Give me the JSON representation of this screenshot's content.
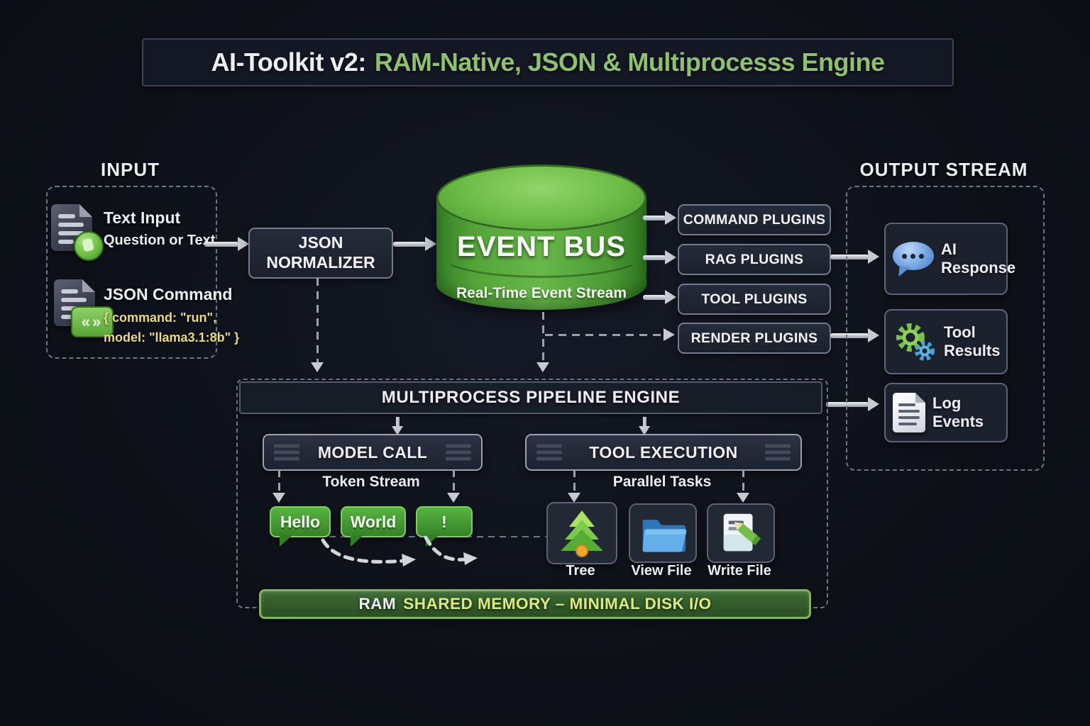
{
  "title": {
    "prefix": "AI-Toolkit v2:",
    "highlight": "RAM-Native, JSON & Multiprocesss Engine"
  },
  "input": {
    "heading": "INPUT",
    "text_input": {
      "label": "Text Input",
      "sublabel": "Question or Text"
    },
    "json_command": {
      "label": "JSON Command",
      "code_line1": "{ command: \"run\",",
      "code_line2": "model: \"llama3.1:8b\" }"
    }
  },
  "normalizer": {
    "label": "JSON NORMALIZER"
  },
  "event_bus": {
    "title": "EVENT BUS",
    "subtitle": "Real-Time Event Stream"
  },
  "plugins": {
    "command": "COMMAND PLUGINS",
    "rag": "RAG PLUGINS",
    "tool": "TOOL PLUGINS",
    "render": "RENDER PLUGINS"
  },
  "output": {
    "heading": "OUTPUT STREAM",
    "ai_response": {
      "line1": "AI",
      "line2": "Response"
    },
    "tool_results": {
      "line1": "Tool",
      "line2": "Results"
    },
    "log_events": {
      "line1": "Log",
      "line2": "Events"
    }
  },
  "pipeline": {
    "heading": "MULTIPROCESS PIPELINE ENGINE",
    "model_call": {
      "label": "MODEL CALL",
      "sublabel": "Token Stream",
      "tokens": [
        "Hello",
        "World",
        "!"
      ]
    },
    "tool_execution": {
      "label": "TOOL EXECUTION",
      "sublabel": "Parallel Tasks",
      "tasks": [
        "Tree",
        "View File",
        "Write File"
      ]
    },
    "ram_bar": {
      "prefix": "RAM",
      "rest": "SHARED MEMORY – MINIMAL DISK I/O"
    }
  },
  "icons": {
    "code_badge_glyph": "«»",
    "text_input_badge": "speech-quote-badge",
    "ai_response": "chat-bubble",
    "tool_results": "gears",
    "log_events": "document",
    "tasks": [
      "tree",
      "folder",
      "write-file"
    ]
  },
  "colors": {
    "background": "#0e1119",
    "bus_green": "#5aa83c",
    "bubble_green": "#4aa338",
    "title_green": "#8fbf72",
    "code_yellow": "#ead986",
    "ram_text_yellow": "#dcea83",
    "arrow_gray": "#c6cad1",
    "box_border": "#737c8e"
  }
}
